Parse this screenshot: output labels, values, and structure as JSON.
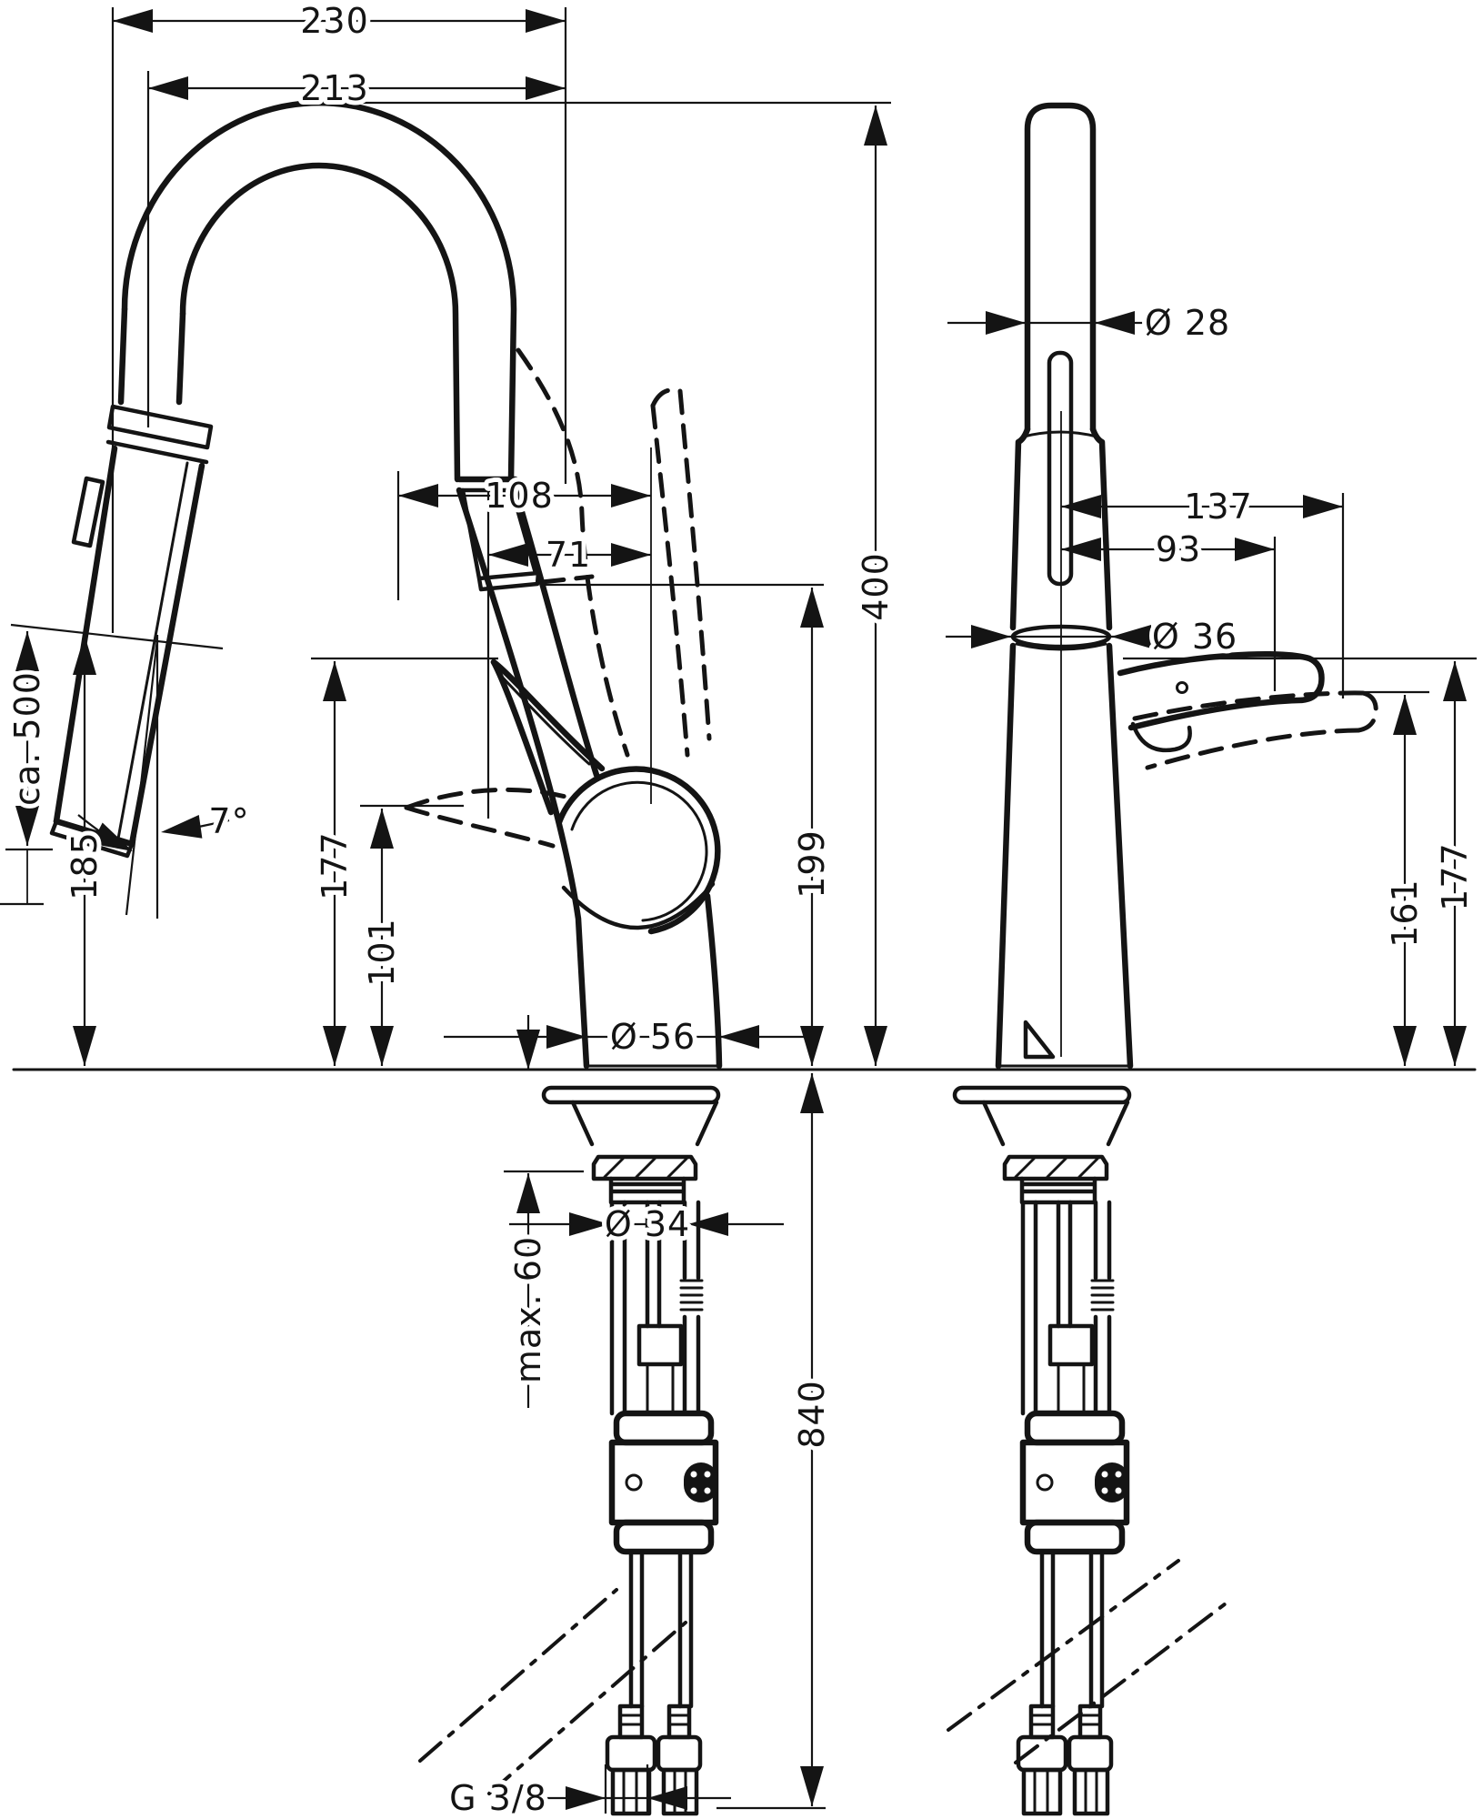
{
  "drawing": {
    "background": "#ffffff",
    "line_color": "#141414",
    "dims": {
      "d230": "230",
      "d213": "213",
      "d108": "108",
      "d71": "71",
      "d400": "400",
      "d199": "199",
      "d177_front": "177",
      "d101": "101",
      "ca500": "ca. 500",
      "d185": "185",
      "angle": "7°",
      "dia56": "Ø 56",
      "max60": "max. 60",
      "dia34": "Ø 34",
      "d840": "840",
      "thread": "G 3/8",
      "dia28": "Ø 28",
      "d137": "137",
      "d93": "93",
      "dia36": "Ø 36",
      "d177_side": "177",
      "d161": "161"
    }
  }
}
